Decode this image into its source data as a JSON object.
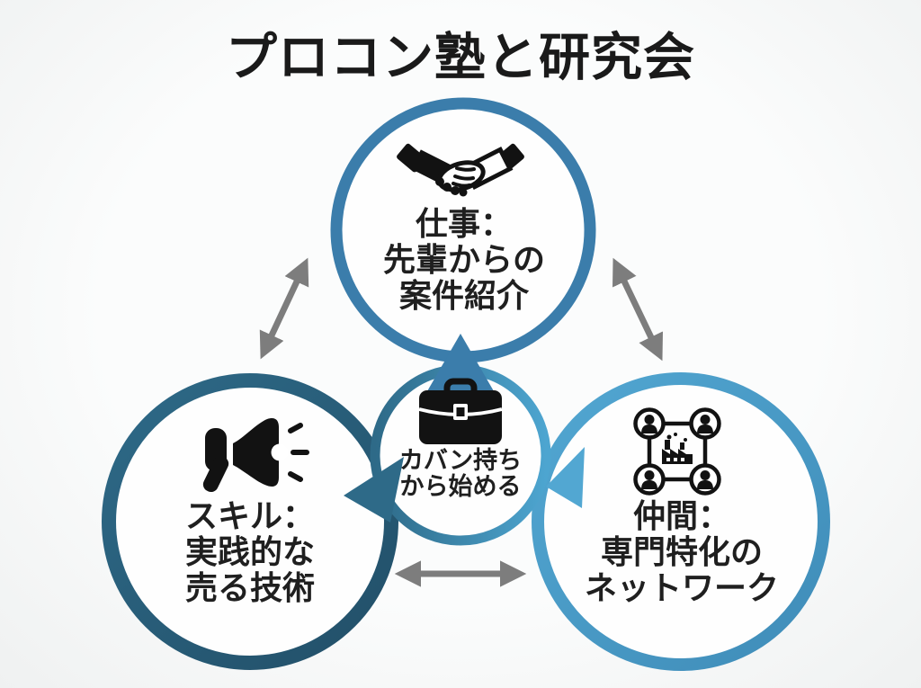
{
  "title": "プロコン塾と研究会",
  "colors": {
    "background": "#f7f8f8",
    "text": "#1a1a1a",
    "ring_top": "#3b7dab",
    "ring_left": "#2e6a88",
    "ring_left_dark": "#224f68",
    "ring_right": "#52a7d2",
    "ring_right_dark": "#3f8cb8",
    "ring_center_left": "#2e6a88",
    "ring_center_right": "#4da5d0",
    "arrow": "#7d7d7d",
    "icon": "#121212",
    "circle_fill": "#fefefe"
  },
  "nodes": {
    "top": {
      "icon": "handshake-icon",
      "lines": [
        "仕事：",
        "先輩からの",
        "案件紹介"
      ]
    },
    "left": {
      "icon": "megaphone-icon",
      "lines": [
        "スキル：",
        "実践的な",
        "売る技術"
      ]
    },
    "right": {
      "icon": "network-icon",
      "lines": [
        "仲間：",
        "専門特化の",
        "ネットワーク"
      ]
    },
    "center": {
      "icon": "briefcase-icon",
      "lines": [
        "カバン持ち",
        "から始める"
      ]
    }
  }
}
